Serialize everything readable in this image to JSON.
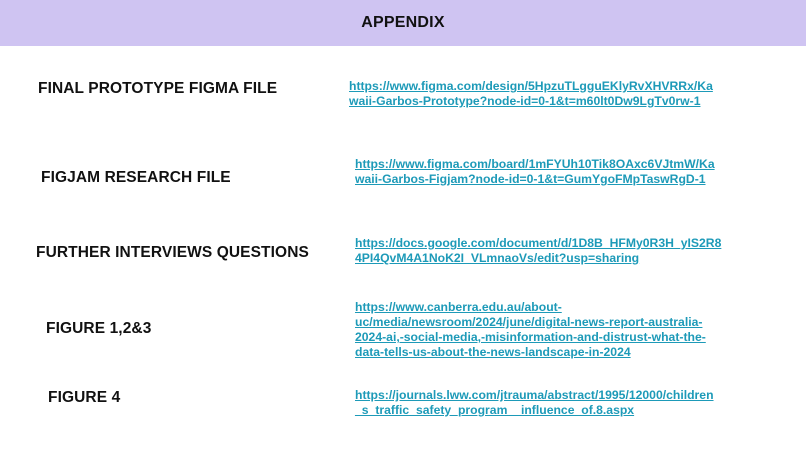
{
  "header": {
    "title": "APPENDIX"
  },
  "colors": {
    "header_background": "#cfc4f2",
    "label_text": "#111111",
    "link_text": "#1d9ab8"
  },
  "rows": [
    {
      "label": "FINAL PROTOTYPE FIGMA FILE",
      "link": "https://www.figma.com/design/5HpzuTLgguEKlyRvXHVRRx/Ka\nwaii-Garbos-Prototype?node-id=0-1&t=m60lt0Dw9LgTv0rw-1"
    },
    {
      "label": "FIGJAM RESEARCH FILE",
      "link": "https://www.figma.com/board/1mFYUh10Tik8OAxc6VJtmW/Ka\nwaii-Garbos-Figjam?node-id=0-1&t=GumYgoFMpTaswRgD-1"
    },
    {
      "label": "FURTHER INTERVIEWS QUESTIONS",
      "link": "https://docs.google.com/document/d/1D8B_HFMy0R3H_yIS2R8\n4PI4QvM4A1NoK2I_VLmnaoVs/edit?usp=sharing"
    },
    {
      "label": "FIGURE 1,2&3",
      "link": "https://www.canberra.edu.au/about-\nuc/media/newsroom/2024/june/digital-news-report-australia-\n2024-ai,-social-media,-misinformation-and-distrust-what-the-\ndata-tells-us-about-the-news-landscape-in-2024"
    },
    {
      "label": "FIGURE 4",
      "link": "https://journals.lww.com/jtrauma/abstract/1995/12000/children\n_s_traffic_safety_program__influence_of.8.aspx"
    }
  ]
}
